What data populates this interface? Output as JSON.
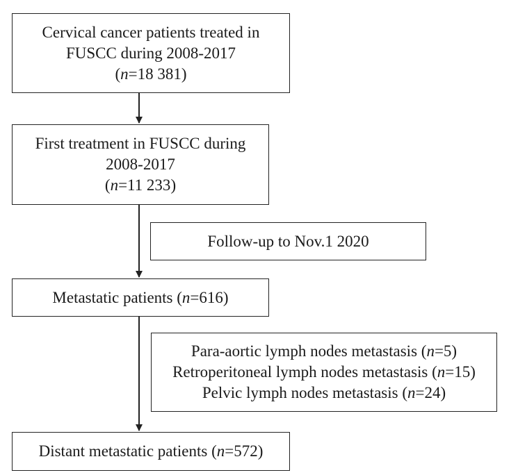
{
  "boxes": {
    "b1": {
      "line1": "Cervical cancer patients treated in",
      "line2": "FUSCC during 2008-2017",
      "n_var": "n",
      "n_val": "=18 381"
    },
    "b2": {
      "line1": "First treatment in FUSCC during",
      "line2": "2008-2017",
      "n_var": "n",
      "n_val": "=11 233"
    },
    "followup": {
      "label": "Follow-up to Nov.1 2020"
    },
    "b3": {
      "label": "Metastatic patients (",
      "n_var": "n",
      "n_val": "=616)"
    },
    "exclusions": {
      "items": [
        {
          "label": "Para-aortic lymph nodes metastasis (",
          "n_var": "n",
          "n_val": "=5)"
        },
        {
          "label": "Retroperitoneal lymph nodes metastasis (",
          "n_var": "n",
          "n_val": "=15)"
        },
        {
          "label": "Pelvic lymph nodes metastasis (",
          "n_var": "n",
          "n_val": "=24)"
        }
      ]
    },
    "b4": {
      "label": "Distant metastatic patients (",
      "n_var": "n",
      "n_val": "=572)"
    }
  }
}
